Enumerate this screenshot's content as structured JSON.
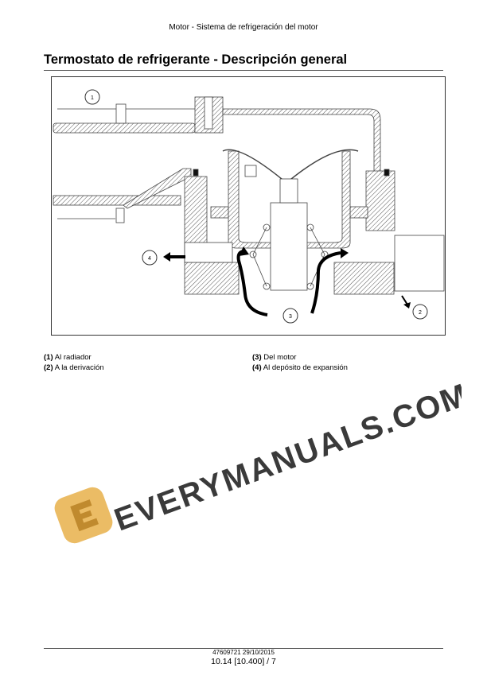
{
  "header": {
    "section": "Motor - Sistema de refrigeración del motor"
  },
  "title": "Termostato de refrigerante - Descripción general",
  "figure": {
    "callouts": [
      "1",
      "2",
      "3",
      "4"
    ]
  },
  "legend": [
    {
      "num": "(1)",
      "text": "Al radiador"
    },
    {
      "num": "(2)",
      "text": "A la derivación"
    },
    {
      "num": "(3)",
      "text": "Del motor"
    },
    {
      "num": "(4)",
      "text": "Al depósito de expansión"
    }
  ],
  "watermark": {
    "text": "EVERYMANUALS.COM",
    "color": "#e8b04a"
  },
  "footer": {
    "doc": "47609721 29/10/2015",
    "page": "10.14 [10.400] / 7"
  }
}
